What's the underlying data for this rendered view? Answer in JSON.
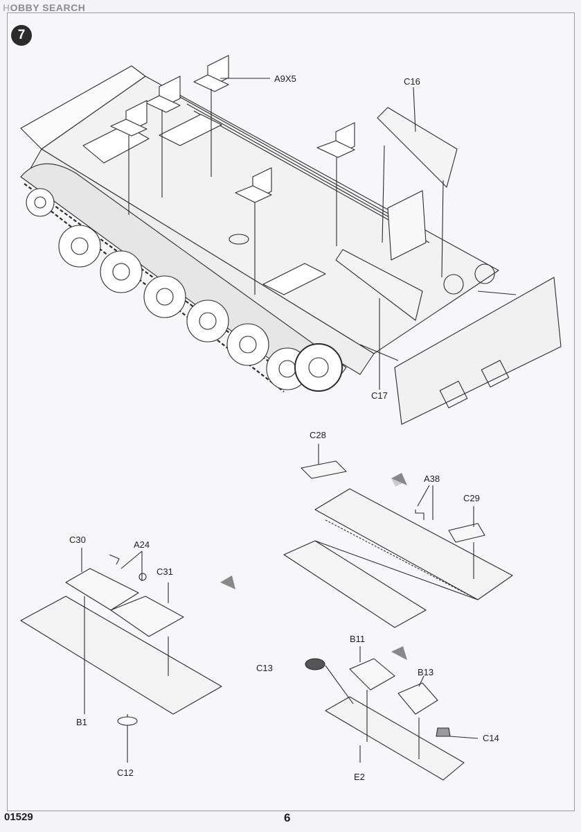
{
  "header": {
    "watermark_prefix": "H",
    "watermark_brand": "OBBY",
    "watermark_suffix": "SEARCH"
  },
  "step": {
    "number": "7"
  },
  "parts": {
    "a9x5": "A9X5",
    "c16": "C16",
    "c17": "C17",
    "c28": "C28",
    "a38": "A38",
    "c29": "C29",
    "c30": "C30",
    "a24": "A24",
    "c31": "C31",
    "b1": "B1",
    "c12": "C12",
    "b11": "B11",
    "c13": "C13",
    "b13": "B13",
    "c14": "C14",
    "e2": "E2"
  },
  "footer": {
    "product_code": "01529",
    "page_number": "6"
  },
  "colors": {
    "line": "#2a2a2a",
    "paper": "#f7f7f9",
    "ink": "#1d1d1d"
  }
}
